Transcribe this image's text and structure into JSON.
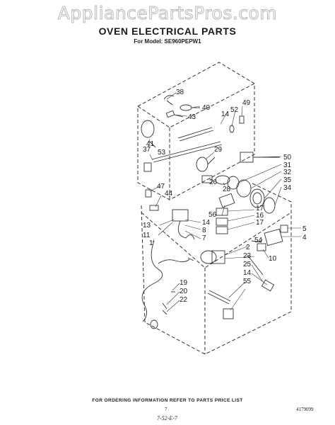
{
  "watermark": "AppliancePartsPros.com",
  "title": "OVEN ELECTRICAL PARTS",
  "model": "For Model: SE960PEPW1",
  "callouts": [
    "38",
    "40",
    "43",
    "49",
    "52",
    "14",
    "41",
    "37",
    "53",
    "29",
    "50",
    "31",
    "32",
    "35",
    "34",
    "26",
    "28",
    "47",
    "44",
    "17",
    "16",
    "17",
    "56",
    "13",
    "14",
    "11",
    "8",
    "7",
    "5",
    "4",
    "54",
    "2",
    "10",
    "1",
    "23",
    "25",
    "14",
    "55",
    "19",
    "20",
    "22"
  ],
  "footer": "FOR ORDERING INFORMATION REFER TO PARTS PRICE LIST",
  "page_number": "7",
  "part_number": "4179099",
  "handwritten_note": "7-52-E-7"
}
